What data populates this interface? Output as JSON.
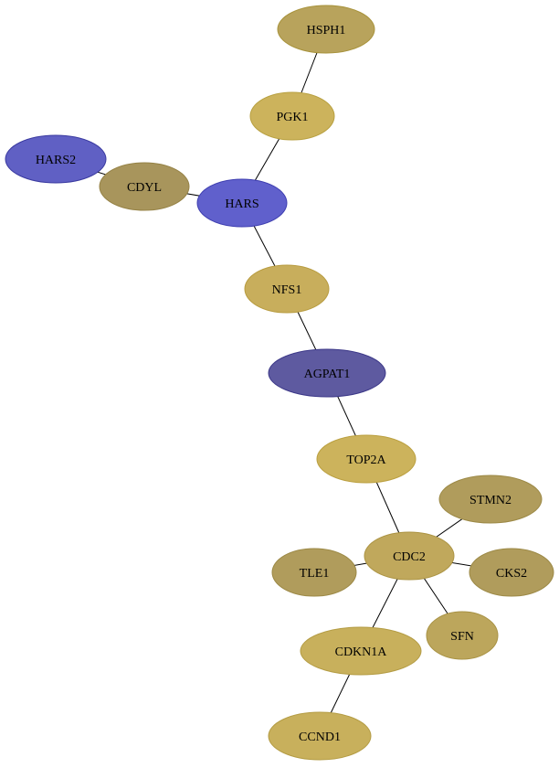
{
  "nodes": [
    {
      "id": "HSPH1",
      "label": "HSPH1",
      "fill": "#b8a35c",
      "stroke": "#a8933c"
    },
    {
      "id": "PGK1",
      "label": "PGK1",
      "fill": "#ccb35c",
      "stroke": "#b8a040"
    },
    {
      "id": "HARS2",
      "label": "HARS2",
      "fill": "#6060c4",
      "stroke": "#3a3aa0"
    },
    {
      "id": "CDYL",
      "label": "CDYL",
      "fill": "#a8955c",
      "stroke": "#958246"
    },
    {
      "id": "HARS",
      "label": "HARS",
      "fill": "#6060cc",
      "stroke": "#3e3eb0"
    },
    {
      "id": "NFS1",
      "label": "NFS1",
      "fill": "#c8ae5c",
      "stroke": "#b89c40"
    },
    {
      "id": "AGPAT1",
      "label": "AGPAT1",
      "fill": "#5e5aa0",
      "stroke": "#3c3888"
    },
    {
      "id": "TOP2A",
      "label": "TOP2A",
      "fill": "#ccb35c",
      "stroke": "#bba040"
    },
    {
      "id": "STMN2",
      "label": "STMN2",
      "fill": "#b09c5c",
      "stroke": "#9c8946"
    },
    {
      "id": "TLE1",
      "label": "TLE1",
      "fill": "#b09c5c",
      "stroke": "#9c8946"
    },
    {
      "id": "CDC2",
      "label": "CDC2",
      "fill": "#c0a85c",
      "stroke": "#ac9444"
    },
    {
      "id": "CKS2",
      "label": "CKS2",
      "fill": "#b09c5c",
      "stroke": "#9c8946"
    },
    {
      "id": "SFN",
      "label": "SFN",
      "fill": "#bca65c",
      "stroke": "#a89244"
    },
    {
      "id": "CDKN1A",
      "label": "CDKN1A",
      "fill": "#c8b05c",
      "stroke": "#b49c44"
    },
    {
      "id": "CCND1",
      "label": "CCND1",
      "fill": "#c8b05c",
      "stroke": "#b49c44"
    }
  ],
  "edges": [
    [
      "HSPH1",
      "PGK1"
    ],
    [
      "PGK1",
      "HARS"
    ],
    [
      "HARS2",
      "CDYL"
    ],
    [
      "CDYL",
      "HARS"
    ],
    [
      "HARS",
      "NFS1"
    ],
    [
      "NFS1",
      "AGPAT1"
    ],
    [
      "AGPAT1",
      "TOP2A"
    ],
    [
      "TOP2A",
      "CDC2"
    ],
    [
      "CDC2",
      "STMN2"
    ],
    [
      "CDC2",
      "TLE1"
    ],
    [
      "CDC2",
      "CKS2"
    ],
    [
      "CDC2",
      "SFN"
    ],
    [
      "CDC2",
      "CDKN1A"
    ],
    [
      "CDKN1A",
      "CCND1"
    ]
  ]
}
